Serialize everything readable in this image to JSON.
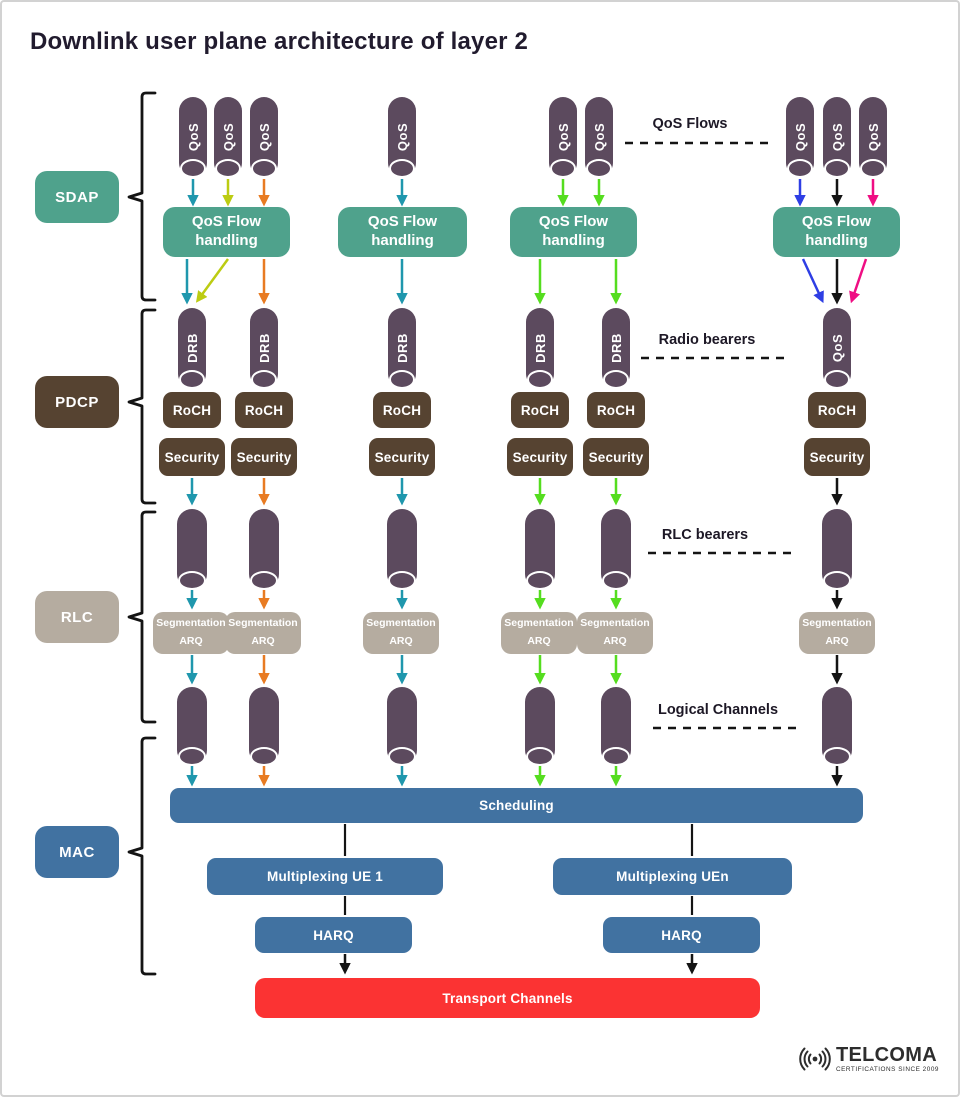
{
  "title": "Downlink user plane architecture of layer 2",
  "layers": {
    "sdap": "SDAP",
    "pdcp": "PDCP",
    "rlc": "RLC",
    "mac": "MAC"
  },
  "annotations": {
    "qos_flows": "QoS Flows",
    "radio_bearers": "Radio bearers",
    "rlc_bearers": "RLC bearers",
    "logical_channels": "Logical Channels"
  },
  "nodes": {
    "qos": "QoS",
    "drb": "DRB",
    "qos_flow_handling_line1": "QoS Flow",
    "qos_flow_handling_line2": "handling",
    "roch": "RoCH",
    "security": "Security",
    "segmentation": "Segmentation",
    "arq": "ARQ",
    "scheduling": "Scheduling",
    "multiplexing_ue1": "Multiplexing UE 1",
    "multiplexing_uen": "Multiplexing UEn",
    "harq": "HARQ",
    "transport_channels": "Transport Channels"
  },
  "colors": {
    "sdap": "#4fa28c",
    "pdcp": "#564331",
    "rlc": "#b5aca0",
    "mac": "#4172a1",
    "cylinder": "#5c4a5e",
    "handling": "#4fa28c",
    "seg_box": "#b5aca0",
    "mac_box": "#4172a1",
    "transport": "#fb3333",
    "ink": "#141414",
    "arrow_teal": "#1f97ad",
    "arrow_yellow": "#bccc12",
    "arrow_orange": "#e87b22",
    "arrow_green": "#55dd1f",
    "arrow_blue": "#2e3ee4",
    "arrow_magenta": "#ef0e83",
    "arrow_black": "#141414"
  },
  "logo": {
    "name": "TELCOMA",
    "tagline": "CERTIFICATIONS SINCE 2009"
  }
}
